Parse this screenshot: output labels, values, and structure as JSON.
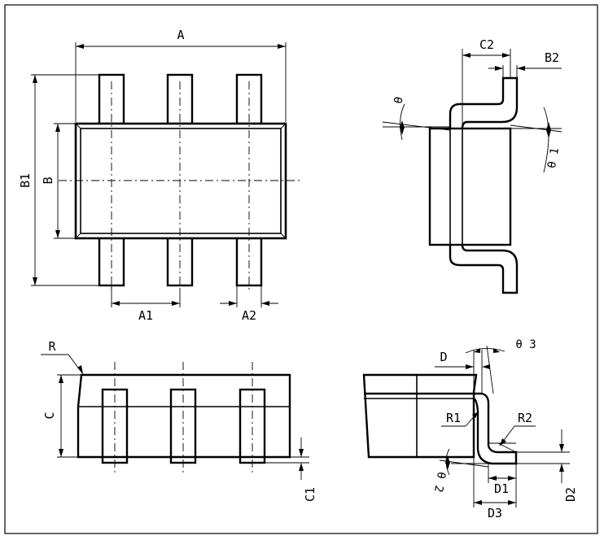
{
  "labels": {
    "A": "A",
    "A1": "A1",
    "A2": "A2",
    "B": "B",
    "B1": "B1",
    "B2": "B2",
    "C": "C",
    "C1": "C1",
    "C2": "C2",
    "D": "D",
    "D1": "D1",
    "D2": "D2",
    "D3": "D3",
    "R": "R",
    "R1": "R1",
    "R2": "R2",
    "theta": "θ",
    "theta1": "θ 1",
    "theta2": "θ 2",
    "theta3": "θ 3"
  }
}
